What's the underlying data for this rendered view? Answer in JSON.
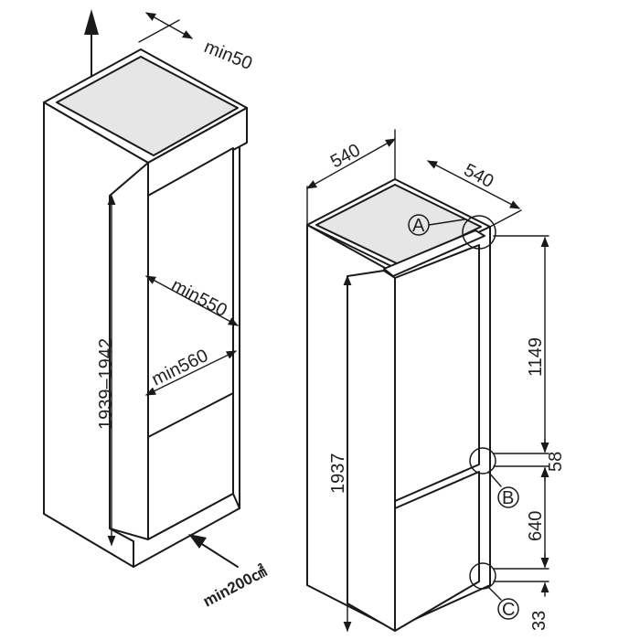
{
  "diagram": {
    "cabinet": {
      "dim_top_gap": "min50",
      "dim_height": "1939–1942",
      "dim_depth_1": "min550",
      "dim_depth_2": "min560",
      "dim_vent": "min200㎠"
    },
    "appliance": {
      "dim_width": "540",
      "dim_depth": "540",
      "dim_height": "1937",
      "dim_upper_door": "1149",
      "dim_gap": "58",
      "dim_lower_door": "640",
      "dim_bottom": "33",
      "marker_a": "A",
      "marker_b": "B",
      "marker_c": "C"
    }
  }
}
